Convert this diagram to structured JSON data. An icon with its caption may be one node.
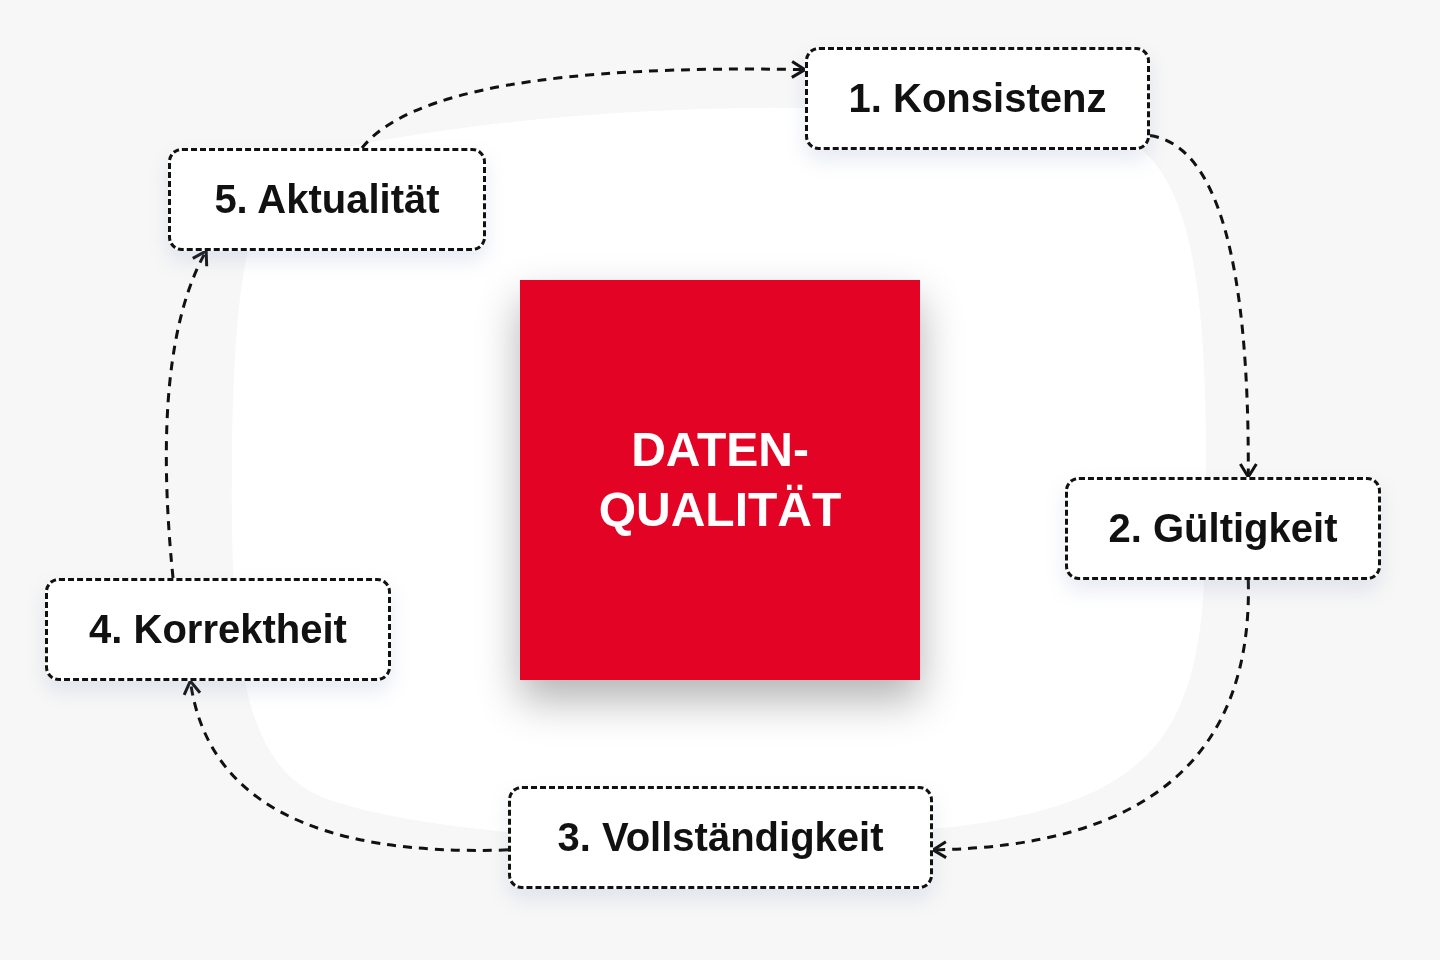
{
  "diagram": {
    "nodes": [
      {
        "text": [
          "DATEN- QUALITÄT"
        ]
      },
      {
        "text": [
          "1. Konsistenz"
        ]
      },
      {
        "text": [
          "2. Gültigkeit"
        ]
      },
      {
        "text": [
          "3. Vollständigkeit"
        ]
      },
      {
        "text": [
          "4. Korrektheit"
        ]
      },
      {
        "text": [
          "5. Aktualität"
        ]
      }
    ],
    "edges": [
      {
        "from": 5,
        "to": 1,
        "arrow": "to",
        "style": "dashed"
      },
      {
        "from": 1,
        "to": 2,
        "arrow": "to",
        "style": "dashed"
      },
      {
        "from": 2,
        "to": 3,
        "arrow": "to",
        "style": "dashed"
      },
      {
        "from": 3,
        "to": 4,
        "arrow": "to",
        "style": "dashed"
      },
      {
        "from": 4,
        "to": 5,
        "arrow": "to",
        "style": "dashed"
      }
    ]
  }
}
